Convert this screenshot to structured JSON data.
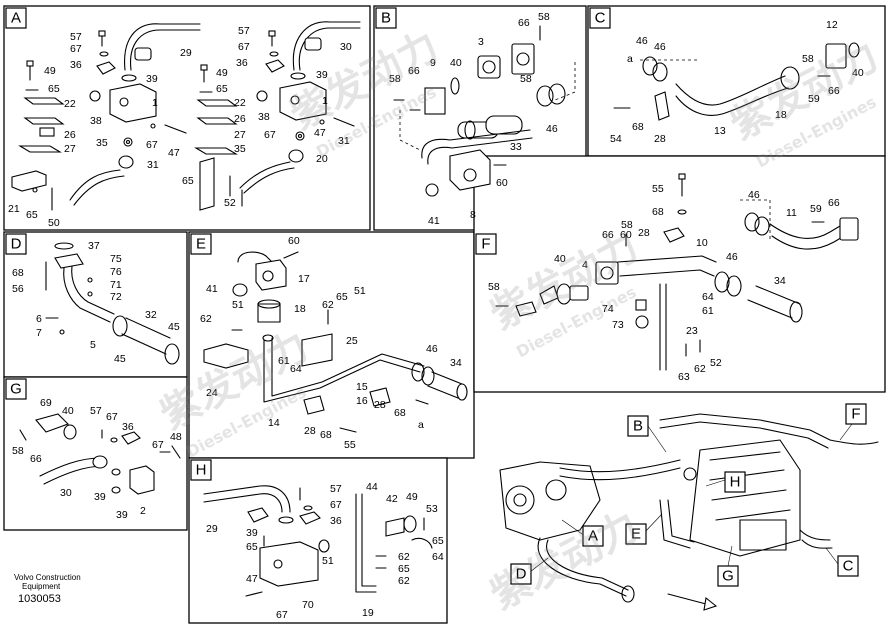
{
  "panels": [
    {
      "id": "A",
      "label": "A"
    },
    {
      "id": "B",
      "label": "B"
    },
    {
      "id": "C",
      "label": "C"
    },
    {
      "id": "D",
      "label": "D"
    },
    {
      "id": "E",
      "label": "E"
    },
    {
      "id": "F",
      "label": "F"
    },
    {
      "id": "G",
      "label": "G"
    },
    {
      "id": "H",
      "label": "H"
    }
  ],
  "overview_labels": {
    "B": "B",
    "F": "F",
    "H": "H",
    "A": "A",
    "E": "E",
    "D": "D",
    "G": "G",
    "C": "C"
  },
  "part_numbers": {
    "A": [
      "57",
      "67",
      "36",
      "29",
      "49",
      "39",
      "65",
      "1",
      "22",
      "38",
      "26",
      "27",
      "35",
      "67",
      "47",
      "31",
      "21",
      "65",
      "50",
      "57",
      "67",
      "36",
      "30",
      "49",
      "39",
      "65",
      "22",
      "1",
      "38",
      "26",
      "27",
      "35",
      "67",
      "47",
      "31",
      "20",
      "65",
      "52"
    ],
    "B": [
      "3",
      "66",
      "58",
      "58",
      "66",
      "9",
      "40",
      "58",
      "33",
      "46",
      "60",
      "41",
      "8"
    ],
    "C": [
      "12",
      "46",
      "46",
      "a",
      "58",
      "40",
      "59",
      "66",
      "54",
      "68",
      "28",
      "13",
      "18"
    ],
    "D": [
      "37",
      "68",
      "75",
      "56",
      "76",
      "71",
      "72",
      "6",
      "7",
      "5",
      "32",
      "45",
      "45"
    ],
    "E": [
      "60",
      "17",
      "41",
      "51",
      "18",
      "62",
      "65",
      "51",
      "62",
      "25",
      "61",
      "64",
      "46",
      "34",
      "24",
      "14",
      "15",
      "16",
      "28",
      "68",
      "28",
      "68",
      "55",
      "a"
    ],
    "F": [
      "55",
      "68",
      "58",
      "46",
      "11",
      "59",
      "66",
      "28",
      "10",
      "60",
      "66",
      "40",
      "4",
      "46",
      "58",
      "34",
      "64",
      "74",
      "61",
      "73",
      "23",
      "63",
      "62",
      "52"
    ],
    "G": [
      "69",
      "40",
      "57",
      "67",
      "36",
      "58",
      "66",
      "67",
      "48",
      "30",
      "39",
      "39",
      "2"
    ],
    "H": [
      "57",
      "67",
      "36",
      "29",
      "39",
      "65",
      "51",
      "44",
      "42",
      "49",
      "53",
      "47",
      "70",
      "67",
      "62",
      "65",
      "62",
      "19",
      "65",
      "64"
    ]
  },
  "caption": {
    "line1": "Volvo Construction",
    "line2": "Equipment",
    "code": "1030053"
  },
  "watermark": {
    "chinese": "紫发动力",
    "english": "Diesel-Engines"
  }
}
